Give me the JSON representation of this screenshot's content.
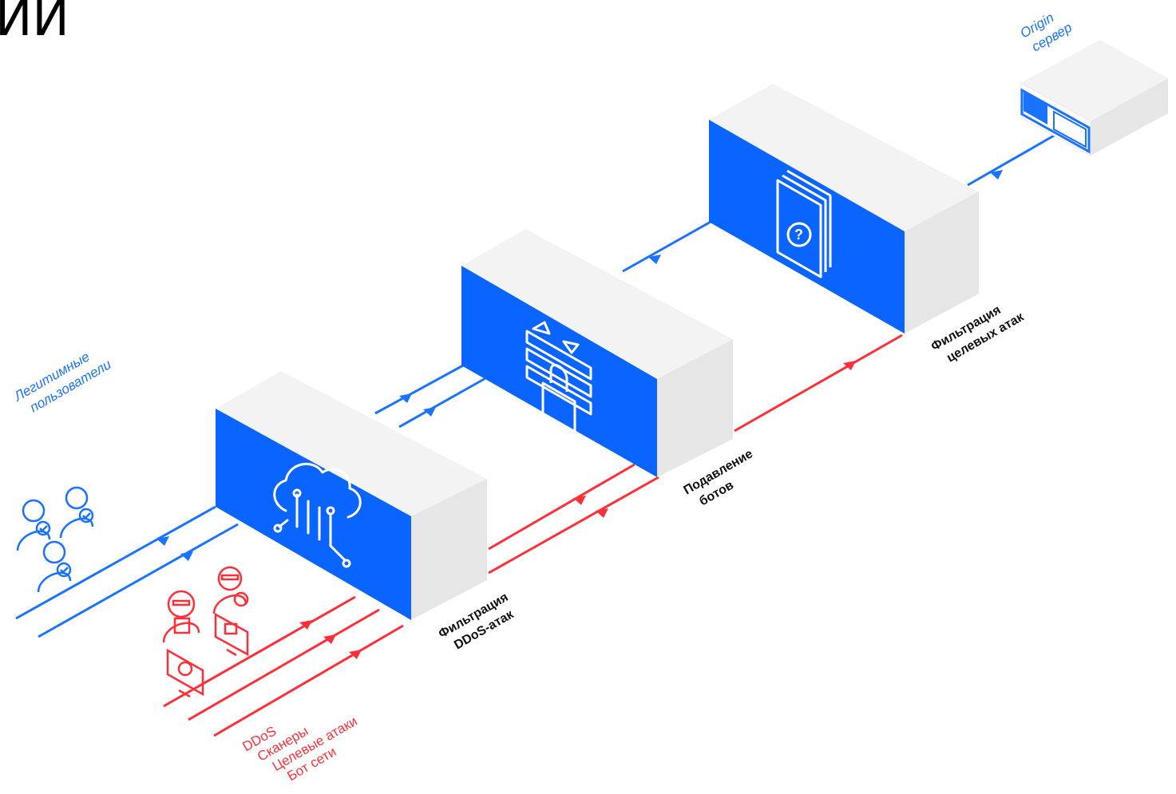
{
  "heading_fragment": "ИИ",
  "labels": {
    "legit_line1": "Легитимные",
    "legit_line2": "пользователи",
    "threats": [
      "DDoS",
      "Сканеры",
      "Целевые атаки",
      "Бот сети"
    ],
    "stage1_line1": "Фильтрация",
    "stage1_line2": "DDoS-атак",
    "stage2_line1": "Подавление",
    "stage2_line2": "ботов",
    "stage3_line1": "Фильтрация",
    "stage3_line2": "целевых атак",
    "origin_line1": "Origin",
    "origin_line2": "сервер"
  },
  "colors": {
    "blue": "#1a73ff",
    "red": "#ff2f3a",
    "face": "#0a64ff",
    "side": "#e6e6e6",
    "top": "#f3f3f3"
  },
  "icons": {
    "legit": "user-check-icon",
    "threats": "hacker-icon",
    "stage1": "cloud-circuit-icon",
    "stage2": "firewall-lock-icon",
    "stage3": "document-question-icon",
    "origin": "server-icon"
  }
}
